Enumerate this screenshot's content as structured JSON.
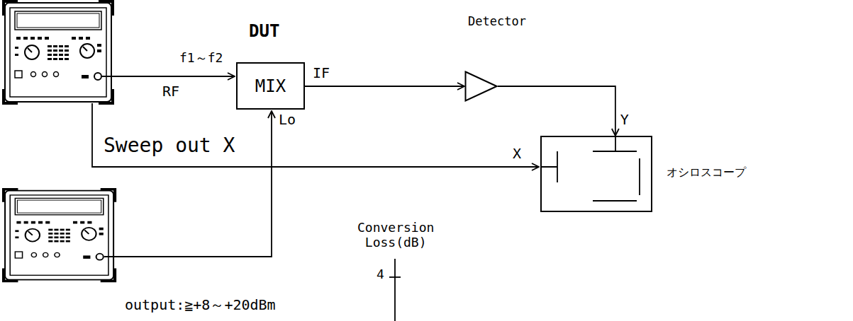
{
  "diagram": {
    "nodes": [
      {
        "text": [
          "DUT",
          "MIX"
        ]
      },
      {
        "text": [
          "Detector"
        ]
      },
      {
        "text": [
          "オシロスコープ"
        ]
      }
    ],
    "edges": [
      {
        "from": 0,
        "to": 1,
        "label": "IF",
        "arrow": "to"
      },
      {
        "from": 1,
        "to": 2,
        "label": "Y",
        "arrow": "to"
      }
    ],
    "labels": [
      "f1～f2",
      "RF",
      "Sweep out X",
      "Lo",
      "X",
      "output:≧+8～+20dBm",
      "Conversion Loss(dB)",
      "4"
    ]
  }
}
